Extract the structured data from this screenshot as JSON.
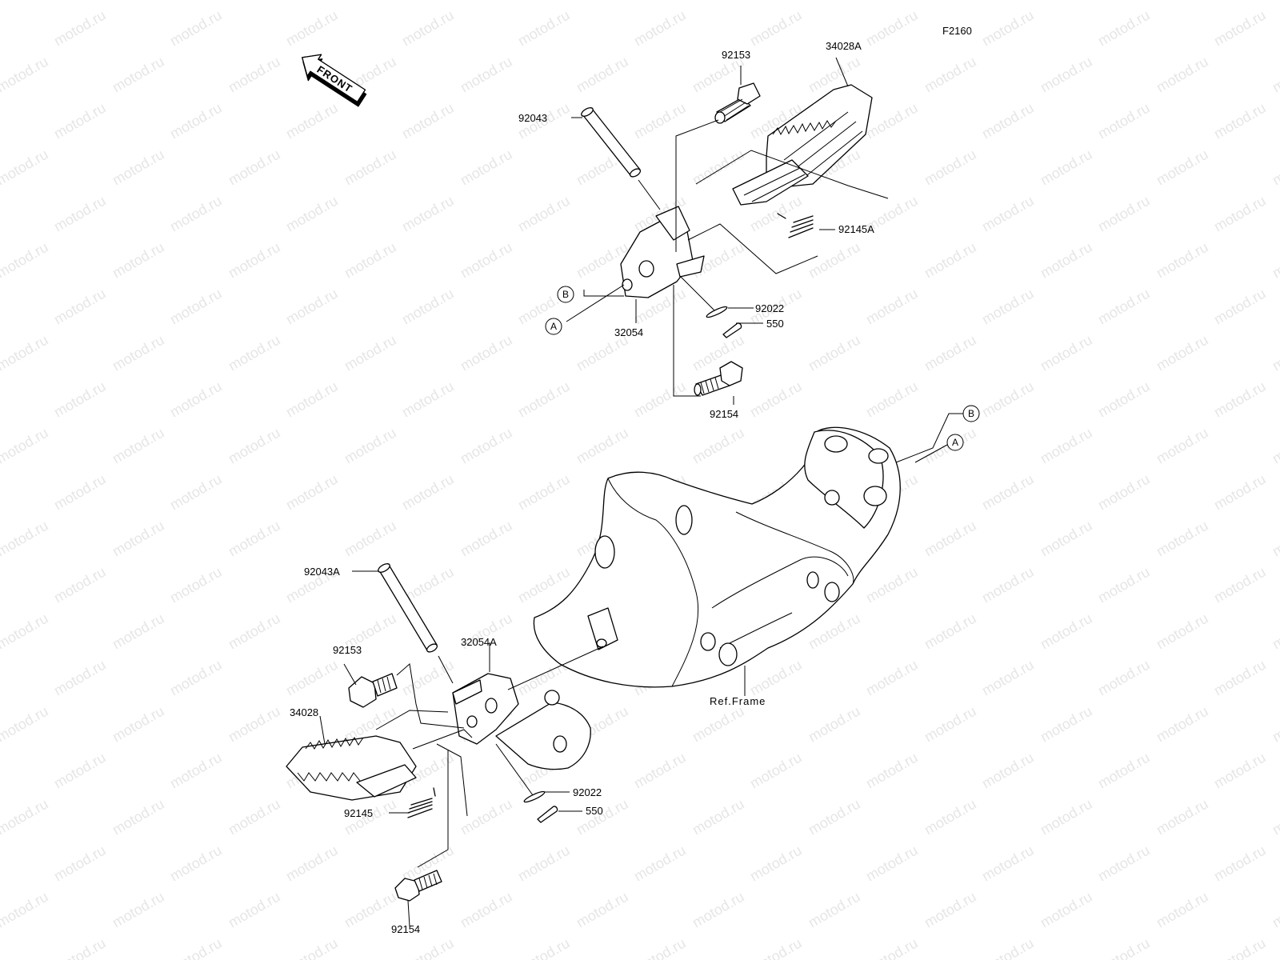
{
  "figure_code": "F2160",
  "watermark_text": "motod.ru",
  "front_arrow_label": "FRONT",
  "ref_markers": {
    "A": "A",
    "B": "B"
  },
  "labels": {
    "p92153_top": "92153",
    "p34028A": "34028A",
    "p92043": "92043",
    "p92145A": "92145A",
    "p32054": "32054",
    "p92022_top": "92022",
    "p550_top": "550",
    "p92154_top": "92154",
    "p92043A": "92043A",
    "p92153_bottom": "92153",
    "p32054A": "32054A",
    "p34028": "34028",
    "p92145": "92145",
    "p92022_bottom": "92022",
    "p550_bottom": "550",
    "p92154_bottom": "92154",
    "ref_frame": "Ref.Frame"
  }
}
